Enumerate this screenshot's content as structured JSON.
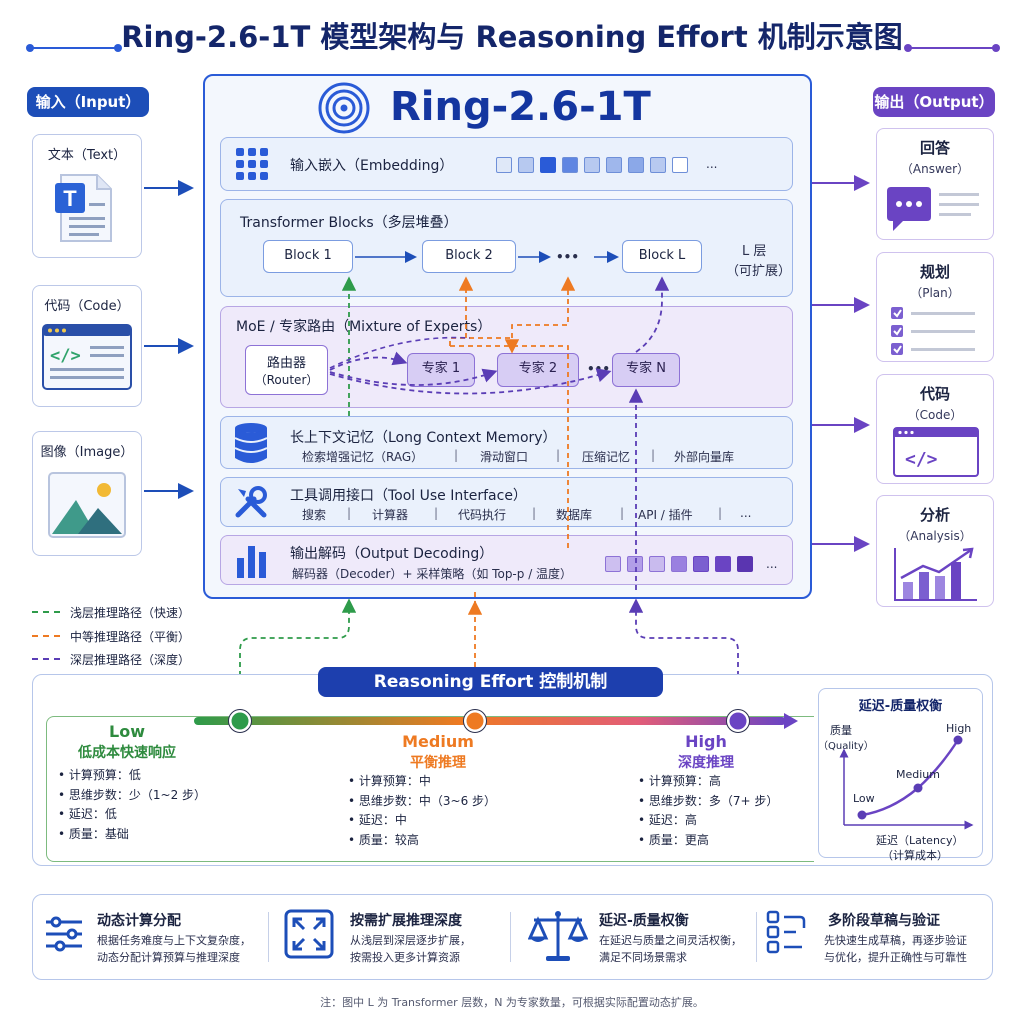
{
  "title": "Ring-2.6-1T 模型架构与 Reasoning Effort 机制示意图",
  "model_name": "Ring-2.6-1T",
  "input": {
    "label": "输入（Input）",
    "items": [
      {
        "label": "文本（Text）",
        "icon": "text-document-icon"
      },
      {
        "label": "代码（Code）",
        "icon": "code-window-icon"
      },
      {
        "label": "图像（Image）",
        "icon": "image-icon"
      }
    ]
  },
  "output": {
    "label": "输出（Output）",
    "items": [
      {
        "title": "回答",
        "subtitle": "（Answer）",
        "icon": "chat-bubble-icon"
      },
      {
        "title": "规划",
        "subtitle": "（Plan）",
        "icon": "checklist-icon"
      },
      {
        "title": "代码",
        "subtitle": "（Code）",
        "icon": "code-window-icon"
      },
      {
        "title": "分析",
        "subtitle": "（Analysis）",
        "icon": "bar-chart-icon"
      }
    ]
  },
  "layers": {
    "embedding": {
      "title": "输入嵌入（Embedding）",
      "ellipsis": "..."
    },
    "transformer": {
      "title": "Transformer Blocks（多层堆叠）",
      "blocks": [
        "Block 1",
        "Block 2",
        "Block L"
      ],
      "ellipsis": "•••",
      "layer_note_1": "L 层",
      "layer_note_2": "（可扩展）"
    },
    "moe": {
      "title": "MoE / 专家路由（Mixture of Experts）",
      "router_1": "路由器",
      "router_2": "（Router）",
      "experts": [
        "专家 1",
        "专家 2",
        "专家 N"
      ],
      "ellipsis": "•••"
    },
    "memory": {
      "title": "长上下文记忆（Long Context Memory）",
      "items": [
        "检索增强记忆（RAG）",
        "滑动窗口",
        "压缩记忆",
        "外部向量库"
      ]
    },
    "tools": {
      "title": "工具调用接口（Tool Use Interface）",
      "items": [
        "搜索",
        "计算器",
        "代码执行",
        "数据库",
        "API / 插件",
        "..."
      ]
    },
    "decoding": {
      "title": "输出解码（Output Decoding）",
      "subtitle": "解码器（Decoder）+ 采样策略（如 Top-p / 温度）",
      "ellipsis": "..."
    }
  },
  "legend": [
    {
      "label": "浅层推理路径（快速）",
      "color": "#2e9b4a"
    },
    {
      "label": "中等推理路径（平衡）",
      "color": "#ee7a22"
    },
    {
      "label": "深层推理路径（深度）",
      "color": "#5a3db5"
    }
  ],
  "effort": {
    "title": "Reasoning Effort 控制机制",
    "levels": [
      {
        "name": "Low",
        "subtitle": "低成本快速响应",
        "color": "#2e8b3e",
        "bullets": [
          "计算预算：低",
          "思维步数：少（1~2 步）",
          "延迟：低",
          "质量：基础"
        ]
      },
      {
        "name": "Medium",
        "subtitle": "平衡推理",
        "color": "#ee7a22",
        "bullets": [
          "计算预算：中",
          "思维步数：中（3~6 步）",
          "延迟：中",
          "质量：较高"
        ]
      },
      {
        "name": "High",
        "subtitle": "深度推理",
        "color": "#6a44c3",
        "bullets": [
          "计算预算：高",
          "思维步数：多（7+ 步）",
          "延迟：高",
          "质量：更高"
        ]
      }
    ]
  },
  "tradeoff": {
    "title": "延迟-质量权衡",
    "ylabel_1": "质量",
    "ylabel_2": "（Quality）",
    "xlabel_1": "延迟（Latency）",
    "xlabel_2": "（计算成本）",
    "points": [
      "Low",
      "Medium",
      "High"
    ]
  },
  "features": [
    {
      "title": "动态计算分配",
      "desc_1": "根据任务难度与上下文复杂度，",
      "desc_2": "动态分配计算预算与推理深度",
      "icon": "sliders-icon"
    },
    {
      "title": "按需扩展推理深度",
      "desc_1": "从浅层到深层逐步扩展，",
      "desc_2": "按需投入更多计算资源",
      "icon": "expand-arrows-icon"
    },
    {
      "title": "延迟-质量权衡",
      "desc_1": "在延迟与质量之间灵活权衡，",
      "desc_2": "满足不同场景需求",
      "icon": "balance-scale-icon"
    },
    {
      "title": "多阶段草稿与验证",
      "desc_1": "先快速生成草稿，再逐步验证",
      "desc_2": "与优化，提升正确性与可靠性",
      "icon": "draft-list-icon"
    }
  ],
  "note": "注：图中 L 为 Transformer 层数，N 为专家数量，可根据实际配置动态扩展。",
  "colors": {
    "primary": "#1d4eb8",
    "purple": "#6a44c3",
    "green": "#2e9b4a",
    "orange": "#ee7a22"
  }
}
